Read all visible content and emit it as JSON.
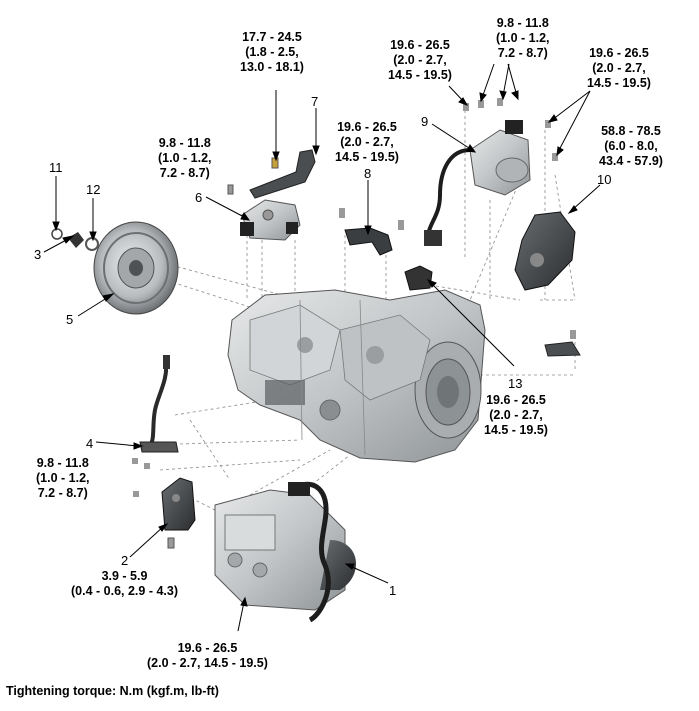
{
  "callouts": [
    {
      "num": "1"
    },
    {
      "num": "2",
      "torque": [
        "3.9 - 5.9",
        "(0.4 - 0.6, 2.9 - 4.3)"
      ]
    },
    {
      "num": "3"
    },
    {
      "num": "4",
      "torque": [
        "9.8 - 11.8",
        "(1.0 - 1.2,",
        "7.2 - 8.7)"
      ]
    },
    {
      "num": "5"
    },
    {
      "num": "6",
      "torque": [
        "9.8 - 11.8",
        "(1.0 - 1.2,",
        "7.2 - 8.7)"
      ]
    },
    {
      "num": "7",
      "torque": [
        "17.7 - 24.5",
        "(1.8 - 2.5,",
        "13.0 - 18.1)"
      ]
    },
    {
      "num": "8",
      "torque": [
        "19.6 - 26.5",
        "(2.0 - 2.7,",
        "14.5 - 19.5)"
      ]
    },
    {
      "num": "9"
    },
    {
      "num": "10",
      "torque": [
        "58.8 - 78.5",
        "(6.0 - 8.0,",
        "43.4 - 57.9)"
      ]
    },
    {
      "num": "11"
    },
    {
      "num": "12"
    },
    {
      "num": "13",
      "torque": [
        "19.6 - 26.5",
        "(2.0 - 2.7,",
        "14.5 - 19.5)"
      ]
    }
  ],
  "bolt_torques": {
    "top_left": [
      "19.6 - 26.5",
      "(2.0 - 2.7,",
      "14.5 - 19.5)"
    ],
    "top_mid": [
      "9.8 - 11.8",
      "(1.0 - 1.2,",
      "7.2 - 8.7)"
    ],
    "top_right": [
      "19.6 - 26.5",
      "(2.0 - 2.7,",
      "14.5 - 19.5)"
    ],
    "bottom": [
      "19.6 - 26.5",
      "(2.0 - 2.7, 14.5 - 19.5)"
    ]
  },
  "legend": "Tightening torque: N.m (kgf.m, lb-ft)",
  "colors": {
    "line": "#000000",
    "dash": "#8a8a8a",
    "metal": "#c9cccd",
    "metal_dark": "#7d8184"
  }
}
